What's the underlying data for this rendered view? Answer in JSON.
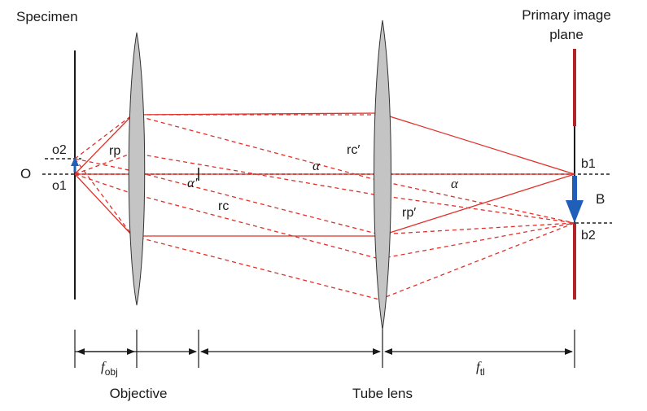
{
  "labels": {
    "specimen": "Specimen",
    "primary_image_plane_line1": "Primary image",
    "primary_image_plane_line2": "plane",
    "object": "O",
    "o1": "o1",
    "o2": "o2",
    "b1": "b1",
    "b2": "b2",
    "image": "B",
    "rp": "rp",
    "rc": "rc",
    "rc_prime": "rc′",
    "rp_prime": "rp′",
    "alpha": "α",
    "alpha_prime": "α′",
    "f_obj_main": "f",
    "f_obj_sub": "obj",
    "f_tl_main": "f",
    "f_tl_sub": "tl",
    "objective": "Objective",
    "tube_lens": "Tube lens"
  },
  "colors": {
    "rays": "#e0302a",
    "image_plane": "#b0242a",
    "arrows": "#1f5fb8",
    "lens_fill": "#c4c4c4"
  }
}
